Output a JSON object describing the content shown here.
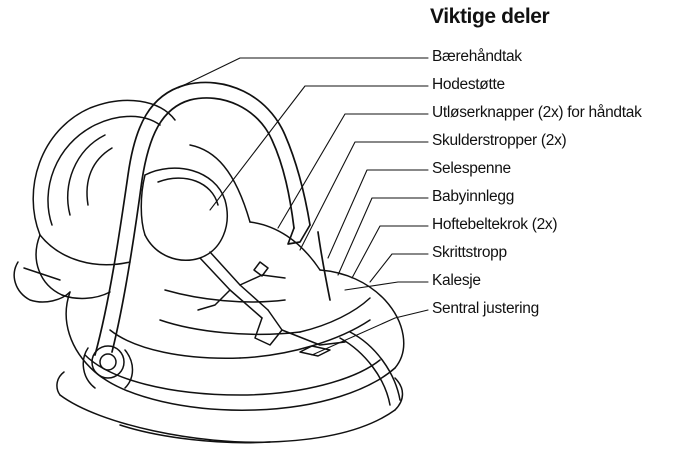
{
  "title": "Viktige deler",
  "parts": [
    {
      "label": "Bærehåndtak"
    },
    {
      "label": "Hodestøtte"
    },
    {
      "label": "Utløserknapper (2x) for håndtak"
    },
    {
      "label": "Skulderstropper (2x)"
    },
    {
      "label": "Selespenne"
    },
    {
      "label": "Babyinnlegg"
    },
    {
      "label": "Hoftebeltekrok (2x)"
    },
    {
      "label": "Skrittstropp"
    },
    {
      "label": "Kalesje"
    },
    {
      "label": "Sentral justering"
    }
  ],
  "colors": {
    "line": "#111111",
    "background": "#ffffff"
  },
  "illustration": "infant-car-seat"
}
